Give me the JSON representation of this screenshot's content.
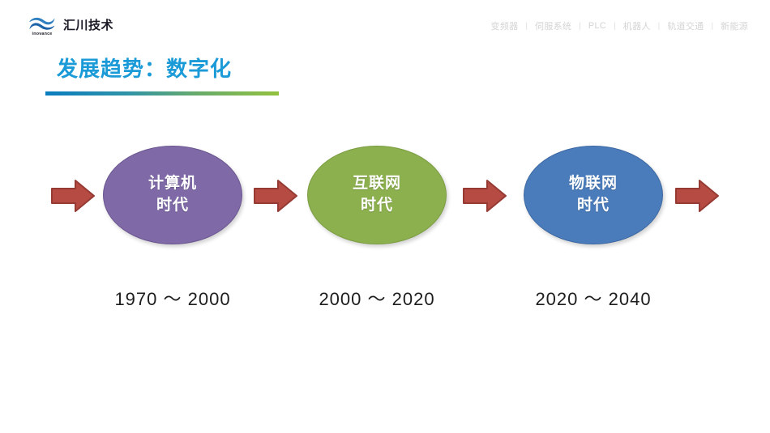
{
  "header": {
    "logo": {
      "mark_icon": "inovance-wave-logo-icon",
      "wordmark": "inovance",
      "brand_name": "汇川技术",
      "mark_color": "#1f6fb5"
    },
    "nav": {
      "separator": "|",
      "items": [
        {
          "label": "变频器"
        },
        {
          "label": "伺服系统"
        },
        {
          "label": "PLC"
        },
        {
          "label": "机器人"
        },
        {
          "label": "轨道交通"
        },
        {
          "label": "新能源"
        }
      ]
    }
  },
  "title": {
    "text": "发展趋势：数字化",
    "color": "#1a9ad7",
    "rule_gradient_from": "#0a7cc0",
    "rule_gradient_to": "#93c23f"
  },
  "diagram": {
    "type": "timeline-flow",
    "arrow_color": "#b54b43",
    "arrow_border_color": "#953b34",
    "arrow_icon": "right-arrow-icon",
    "nodes": [
      {
        "line1": "计算机",
        "line2": "时代",
        "period": "1970 ～ 2000",
        "fill": "#7f6aa7",
        "stroke": "#6a5590",
        "text_color": "#ffffff"
      },
      {
        "line1": "互联网",
        "line2": "时代",
        "period": "2000 ～ 2020",
        "fill": "#8cb04e",
        "stroke": "#7a9c40",
        "text_color": "#ffffff"
      },
      {
        "line1": "物联网",
        "line2": "时代",
        "period": "2020 ～ 2040",
        "fill": "#4a7cbb",
        "stroke": "#3c68a2",
        "text_color": "#ffffff"
      }
    ]
  }
}
